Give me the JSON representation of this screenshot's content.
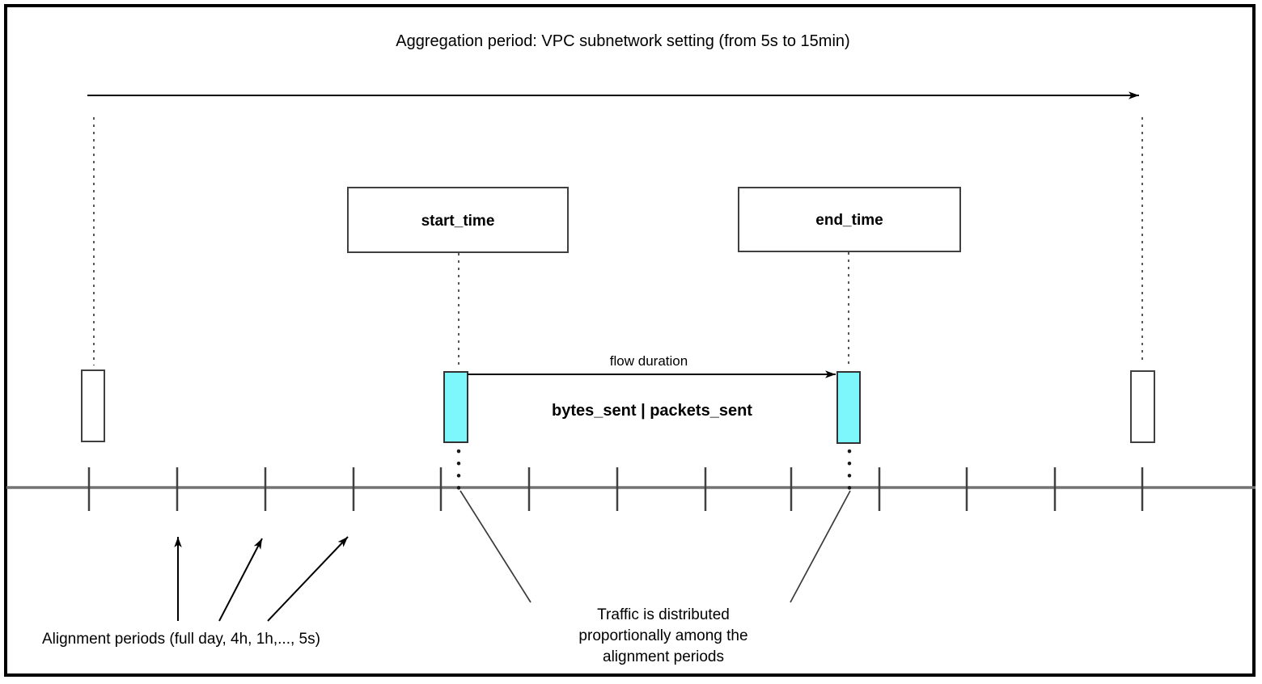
{
  "title": "Aggregation period: VPC subnetwork setting (from 5s to 15min)",
  "boxes": {
    "start_label": "start_time",
    "end_label": "end_time"
  },
  "flow": {
    "duration_label": "flow duration",
    "metrics_label": "bytes_sent | packets_sent"
  },
  "annotations": {
    "alignment_label": "Alignment periods (full day, 4h, 1h,..., 5s)",
    "traffic_note_lines": [
      "Traffic is distributed",
      "proportionally among the",
      "alignment periods"
    ]
  },
  "timeline": {
    "tick_positions": [
      110,
      219,
      328,
      437,
      545,
      654,
      763,
      872,
      978,
      1087,
      1195,
      1304,
      1412
    ]
  },
  "colors": {
    "highlight": "#7DF7FB",
    "stroke": "#404040",
    "timeline": "#737373"
  }
}
